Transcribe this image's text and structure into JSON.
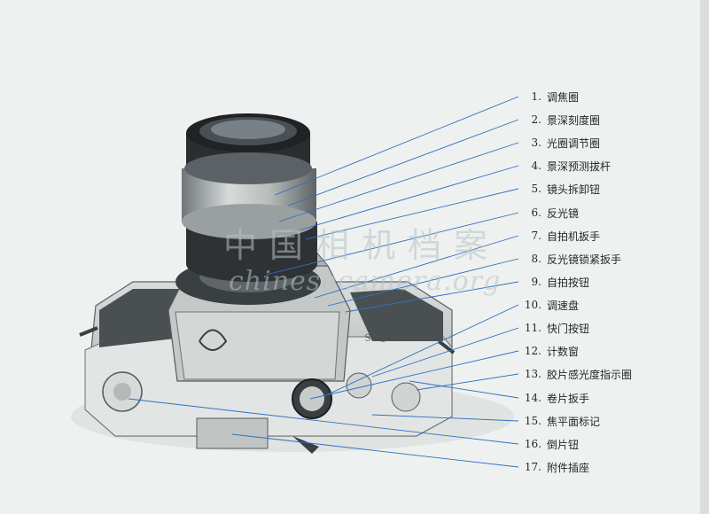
{
  "parts": [
    {
      "number": "1.",
      "label": "调焦圈"
    },
    {
      "number": "2.",
      "label": "景深刻度圈"
    },
    {
      "number": "3.",
      "label": "光圈调节圈"
    },
    {
      "number": "4.",
      "label": "景深预测拔杆"
    },
    {
      "number": "5.",
      "label": "镜头拆卸钮"
    },
    {
      "number": "6.",
      "label": "反光镜"
    },
    {
      "number": "7.",
      "label": "自拍机扳手"
    },
    {
      "number": "8.",
      "label": "反光镜锁紧扳手"
    },
    {
      "number": "9.",
      "label": "自拍按钮"
    },
    {
      "number": "10.",
      "label": "调速盘"
    },
    {
      "number": "11.",
      "label": "快门按钮"
    },
    {
      "number": "12.",
      "label": "计数窗"
    },
    {
      "number": "13.",
      "label": "胶片感光度指示圈"
    },
    {
      "number": "14.",
      "label": "卷片扳手"
    },
    {
      "number": "15.",
      "label": "焦平面标记"
    },
    {
      "number": "16.",
      "label": "倒片钮"
    },
    {
      "number": "17.",
      "label": "附件插座"
    }
  ],
  "camera_brand": "Seagull",
  "watermark": {
    "chinese": "中国相机档案",
    "english": "chinesecamera.org"
  },
  "colors": {
    "paper": "#eef1ef",
    "leader_line": "#2f6fc2",
    "camera_body": "#c9cdcc",
    "camera_dark": "#2b2e30",
    "text": "#1e2528"
  }
}
